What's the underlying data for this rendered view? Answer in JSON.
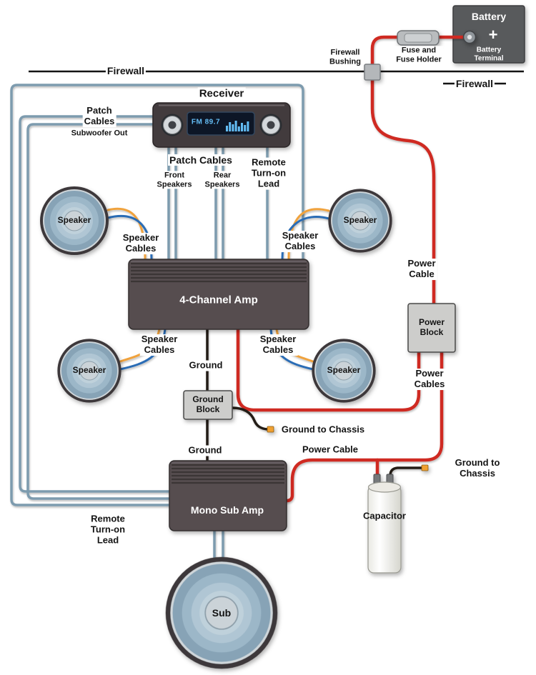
{
  "title": "Car audio system wiring diagram",
  "colors": {
    "power_cable": "#cf2b20",
    "signal_cable": "#7d9bae",
    "speaker_wire_a": "#f0a23c",
    "speaker_wire_b": "#2a6cb5",
    "ground_wire": "#241b12",
    "terminal": "#f0a030",
    "display_text": "#64bdf5"
  },
  "labels": {
    "firewall_left": "Firewall",
    "firewall_right": "Firewall",
    "battery": "Battery",
    "plus": "+",
    "battery_terminal": "Battery\nTerminal",
    "fuse": "Fuse and\nFuse Holder",
    "bushing": "Firewall\nBushing",
    "receiver": "Receiver",
    "patch_left": "Patch\nCables",
    "subwoofer_out": "Subwoofer Out",
    "patch_center": "Patch Cables",
    "front_speakers": "Front\nSpeakers",
    "rear_speakers": "Rear\nSpeakers",
    "remote_lead_top": "Remote\nTurn-on\nLead",
    "speaker_cables_front_left": "Speaker\nCables",
    "speaker_cables_front_right": "Speaker\nCables",
    "speaker_cables_rear_left": "Speaker\nCables",
    "speaker_cables_rear_right": "Speaker\nCables",
    "four_channel_amp": "4-Channel Amp",
    "ground_upper": "Ground",
    "ground_block": "Ground\nBlock",
    "ground_to_chassis_amp": "Ground to Chassis",
    "ground_lower": "Ground",
    "power_cable_main": "Power\nCable",
    "power_block": "Power\nBlock",
    "power_cables": "Power\nCables",
    "power_cable_sub": "Power Cable",
    "mono_sub_amp": "Mono Sub Amp",
    "remote_lead_bottom": "Remote\nTurn-on\nLead",
    "capacitor": "Capacitor",
    "ground_to_chassis_cap": "Ground to Chassis",
    "speaker_front_left": "Speaker",
    "speaker_front_right": "Speaker",
    "speaker_rear_left": "Speaker",
    "speaker_rear_right": "Speaker",
    "sub": "Sub"
  },
  "receiver_display": {
    "station": "FM 89.7"
  }
}
